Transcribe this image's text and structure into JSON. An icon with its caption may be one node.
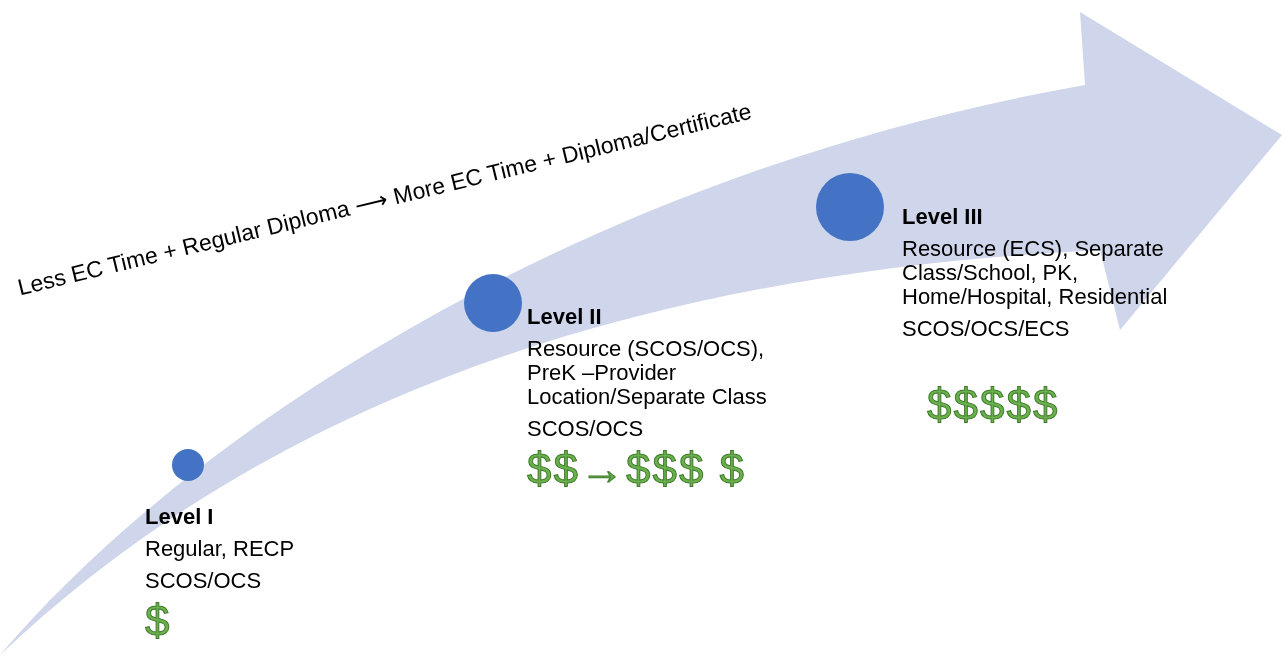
{
  "diagram": {
    "nodes": [
      {
        "text": [],
        "shape": "circle",
        "beside": [
          "Level I",
          "Regular, RECP",
          "SCOS/OCS",
          "$"
        ]
      },
      {
        "text": [],
        "shape": "circle",
        "beside": [
          "Level II",
          "Resource (SCOS/OCS), PreK –Provider Location/Separate Class",
          "SCOS/OCS",
          "$$→$$$ $"
        ]
      },
      {
        "text": [],
        "shape": "circle",
        "beside": [
          "Level III",
          "Resource (ECS), Separate Class/School, PK, Home/Hospital, Residential",
          "SCOS/OCS/ECS",
          "$$$$$"
        ]
      }
    ],
    "labels": [
      "Less EC Time + Regular Diploma ⟶ More EC Time + Diploma/Certificate"
    ]
  }
}
